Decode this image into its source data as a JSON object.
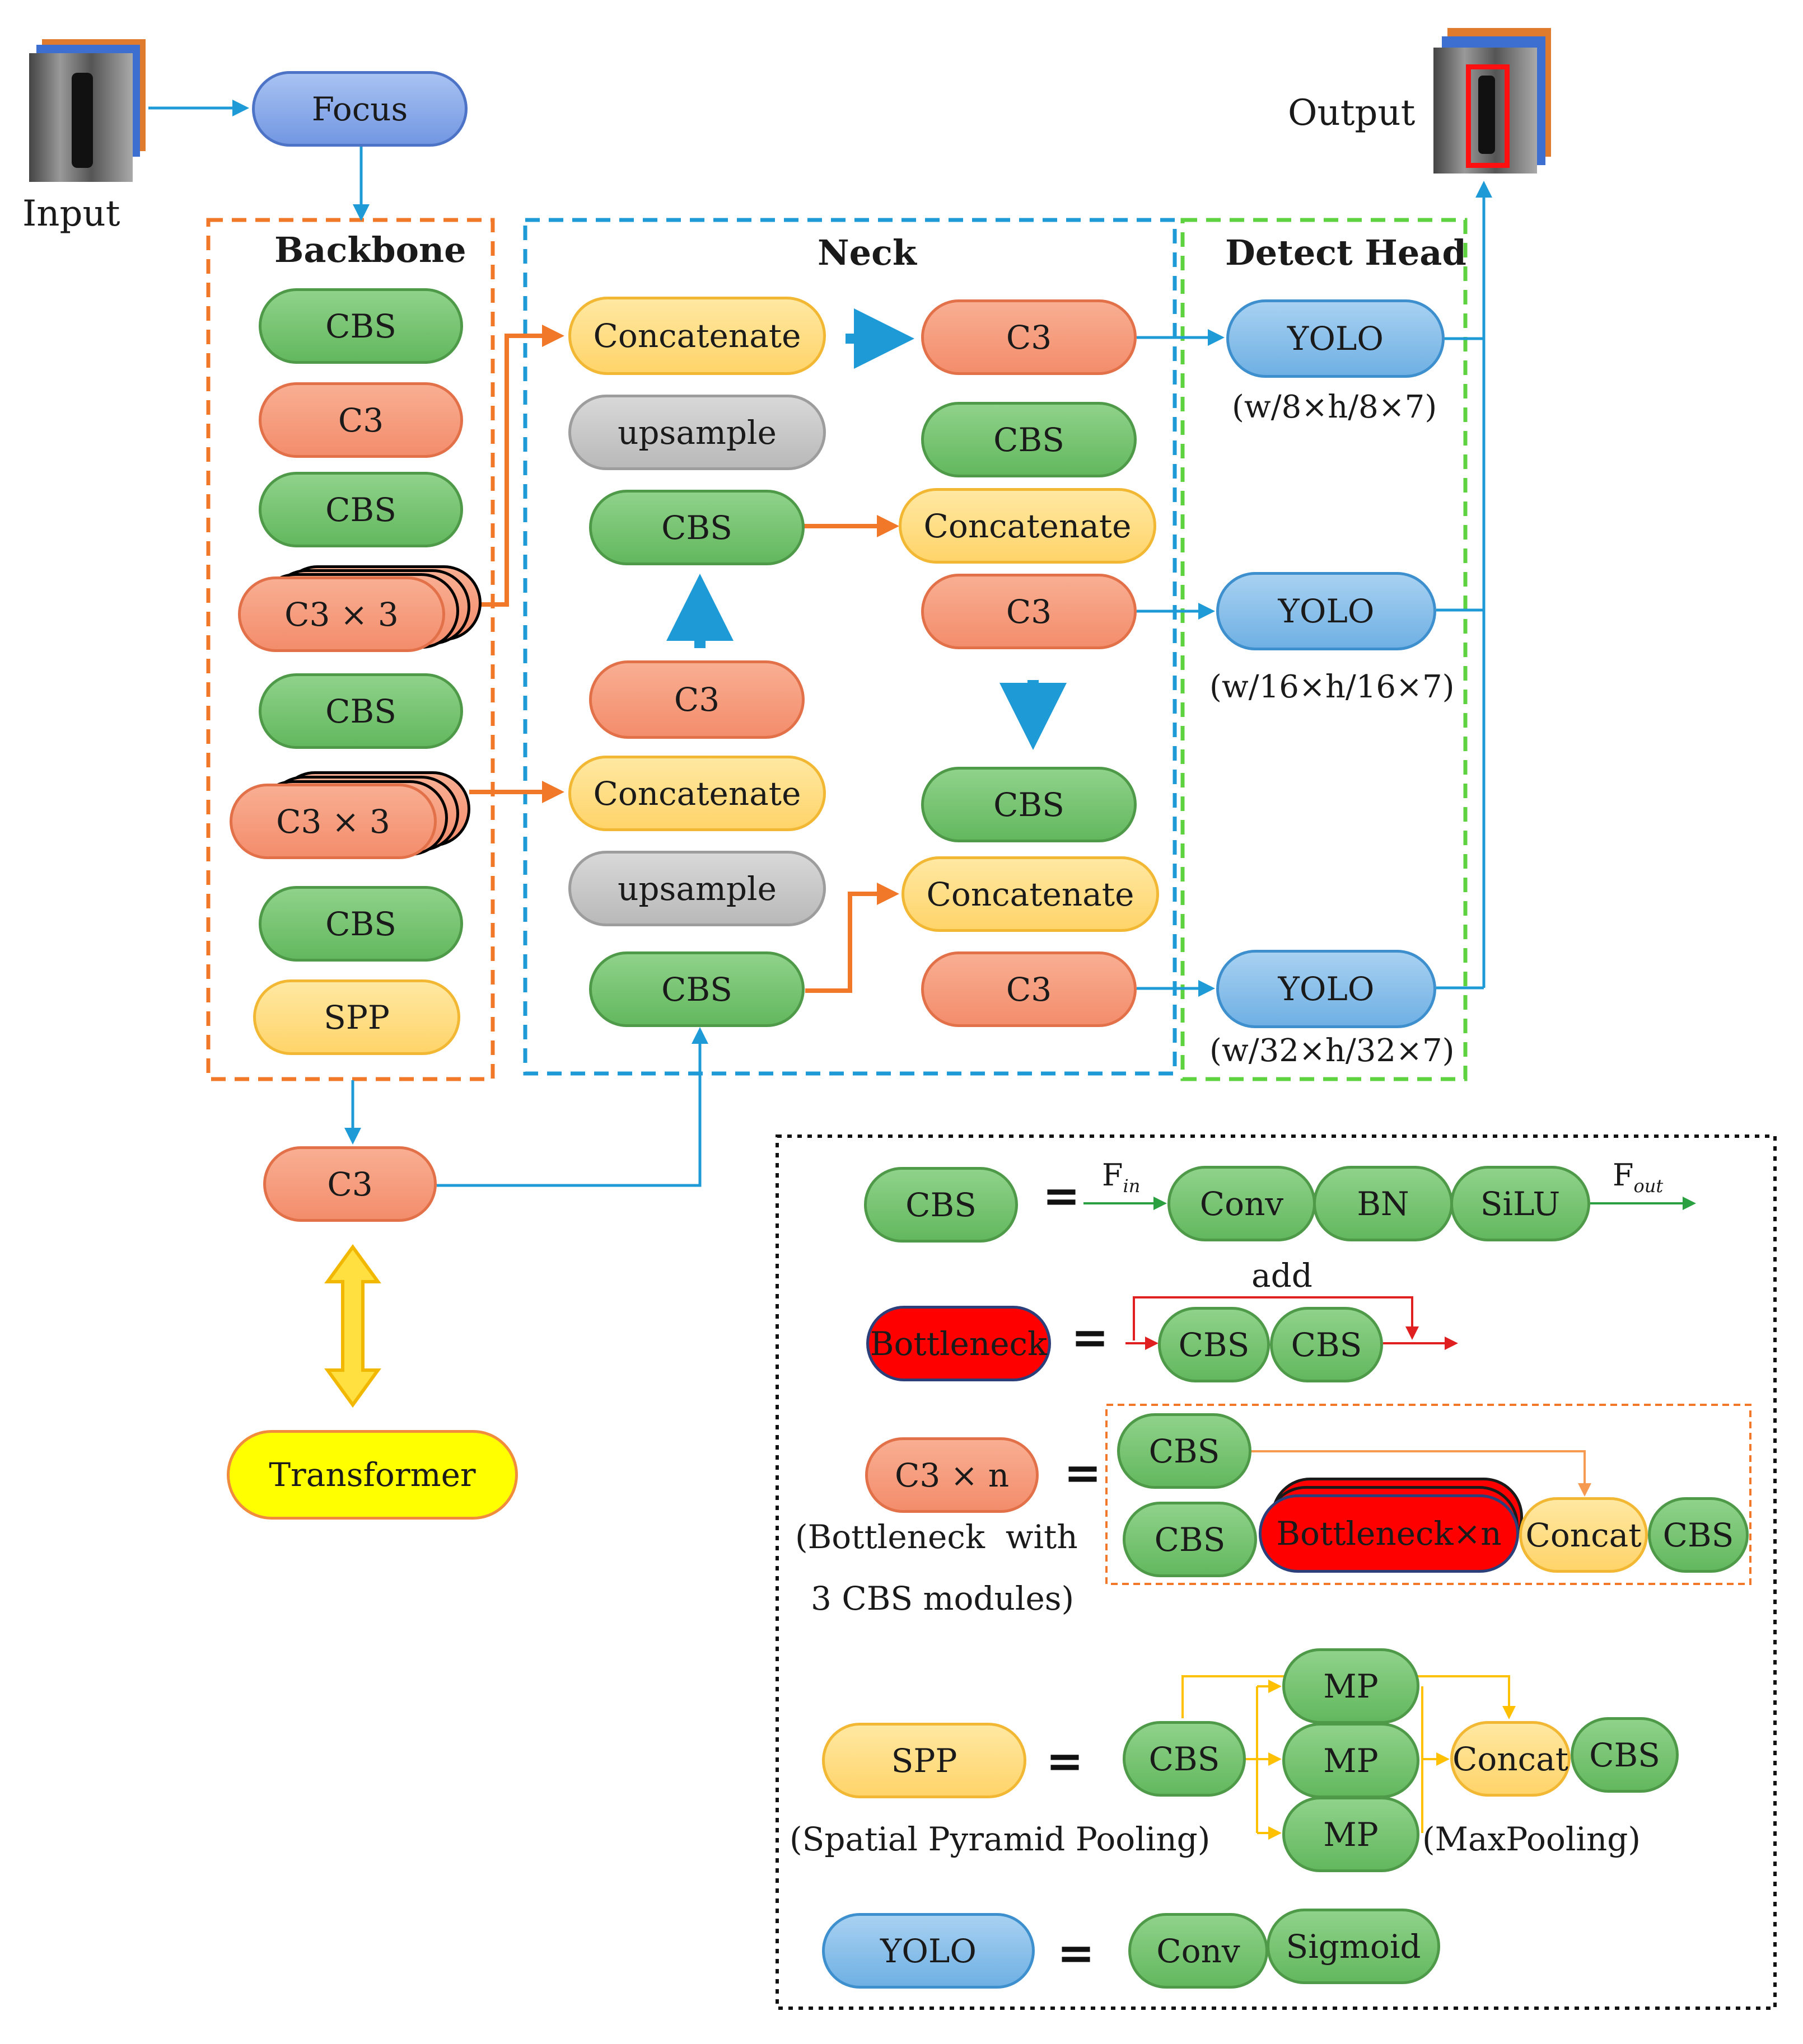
{
  "io": {
    "input": "Input",
    "output": "Output"
  },
  "backbone": {
    "title": "Backbone",
    "focus": "Focus",
    "cbs": "CBS",
    "c3": "C3",
    "c3x3": "C3 × 3",
    "spp": "SPP"
  },
  "neck": {
    "title": "Neck",
    "concatenate": "Concatenate",
    "upsample": "upsample",
    "cbs": "CBS",
    "c3": "C3"
  },
  "head": {
    "title": "Detect Head",
    "yolo": "YOLO",
    "size1": "(w/8×h/8×7)",
    "size2": "(w/16×h/16×7)",
    "size3": "(w/32×h/32×7)"
  },
  "extra": {
    "c3": "C3",
    "transformer": "Transformer"
  },
  "legend": {
    "eq": "=",
    "cbs": {
      "name": "CBS",
      "fin": "F",
      "fin_sub": "in",
      "fout": "F",
      "fout_sub": "out",
      "conv": "Conv",
      "bn": "BN",
      "silu": "SiLU"
    },
    "bottleneck": {
      "name": "Bottleneck",
      "add": "add",
      "cbs": "CBS"
    },
    "c3n": {
      "name": "C3 × n",
      "desc1": "(Bottleneck  with",
      "desc2": "3 CBS modules)",
      "cbs": "CBS",
      "bneck": "Bottleneck×n",
      "concat": "Concat"
    },
    "spp": {
      "name": "SPP",
      "desc": "(Spatial Pyramid Pooling)",
      "cbs": "CBS",
      "mp": "MP",
      "concat": "Concat",
      "mp_desc": "(MaxPooling)"
    },
    "yolo": {
      "name": "YOLO",
      "conv": "Conv",
      "sigmoid": "Sigmoid"
    }
  },
  "colors": {
    "arrow_blue": "#1e9ad6",
    "arrow_orange": "#f07828",
    "backbone_border": "#f07828",
    "neck_border": "#1e9ad6",
    "head_border": "#5fd240",
    "legend_border": "#111111",
    "cbs_line": "#2aa040",
    "bottleneck_line": "#e02020",
    "spp_line": "#ffc000",
    "transformer_arrow": "#ffd000"
  }
}
